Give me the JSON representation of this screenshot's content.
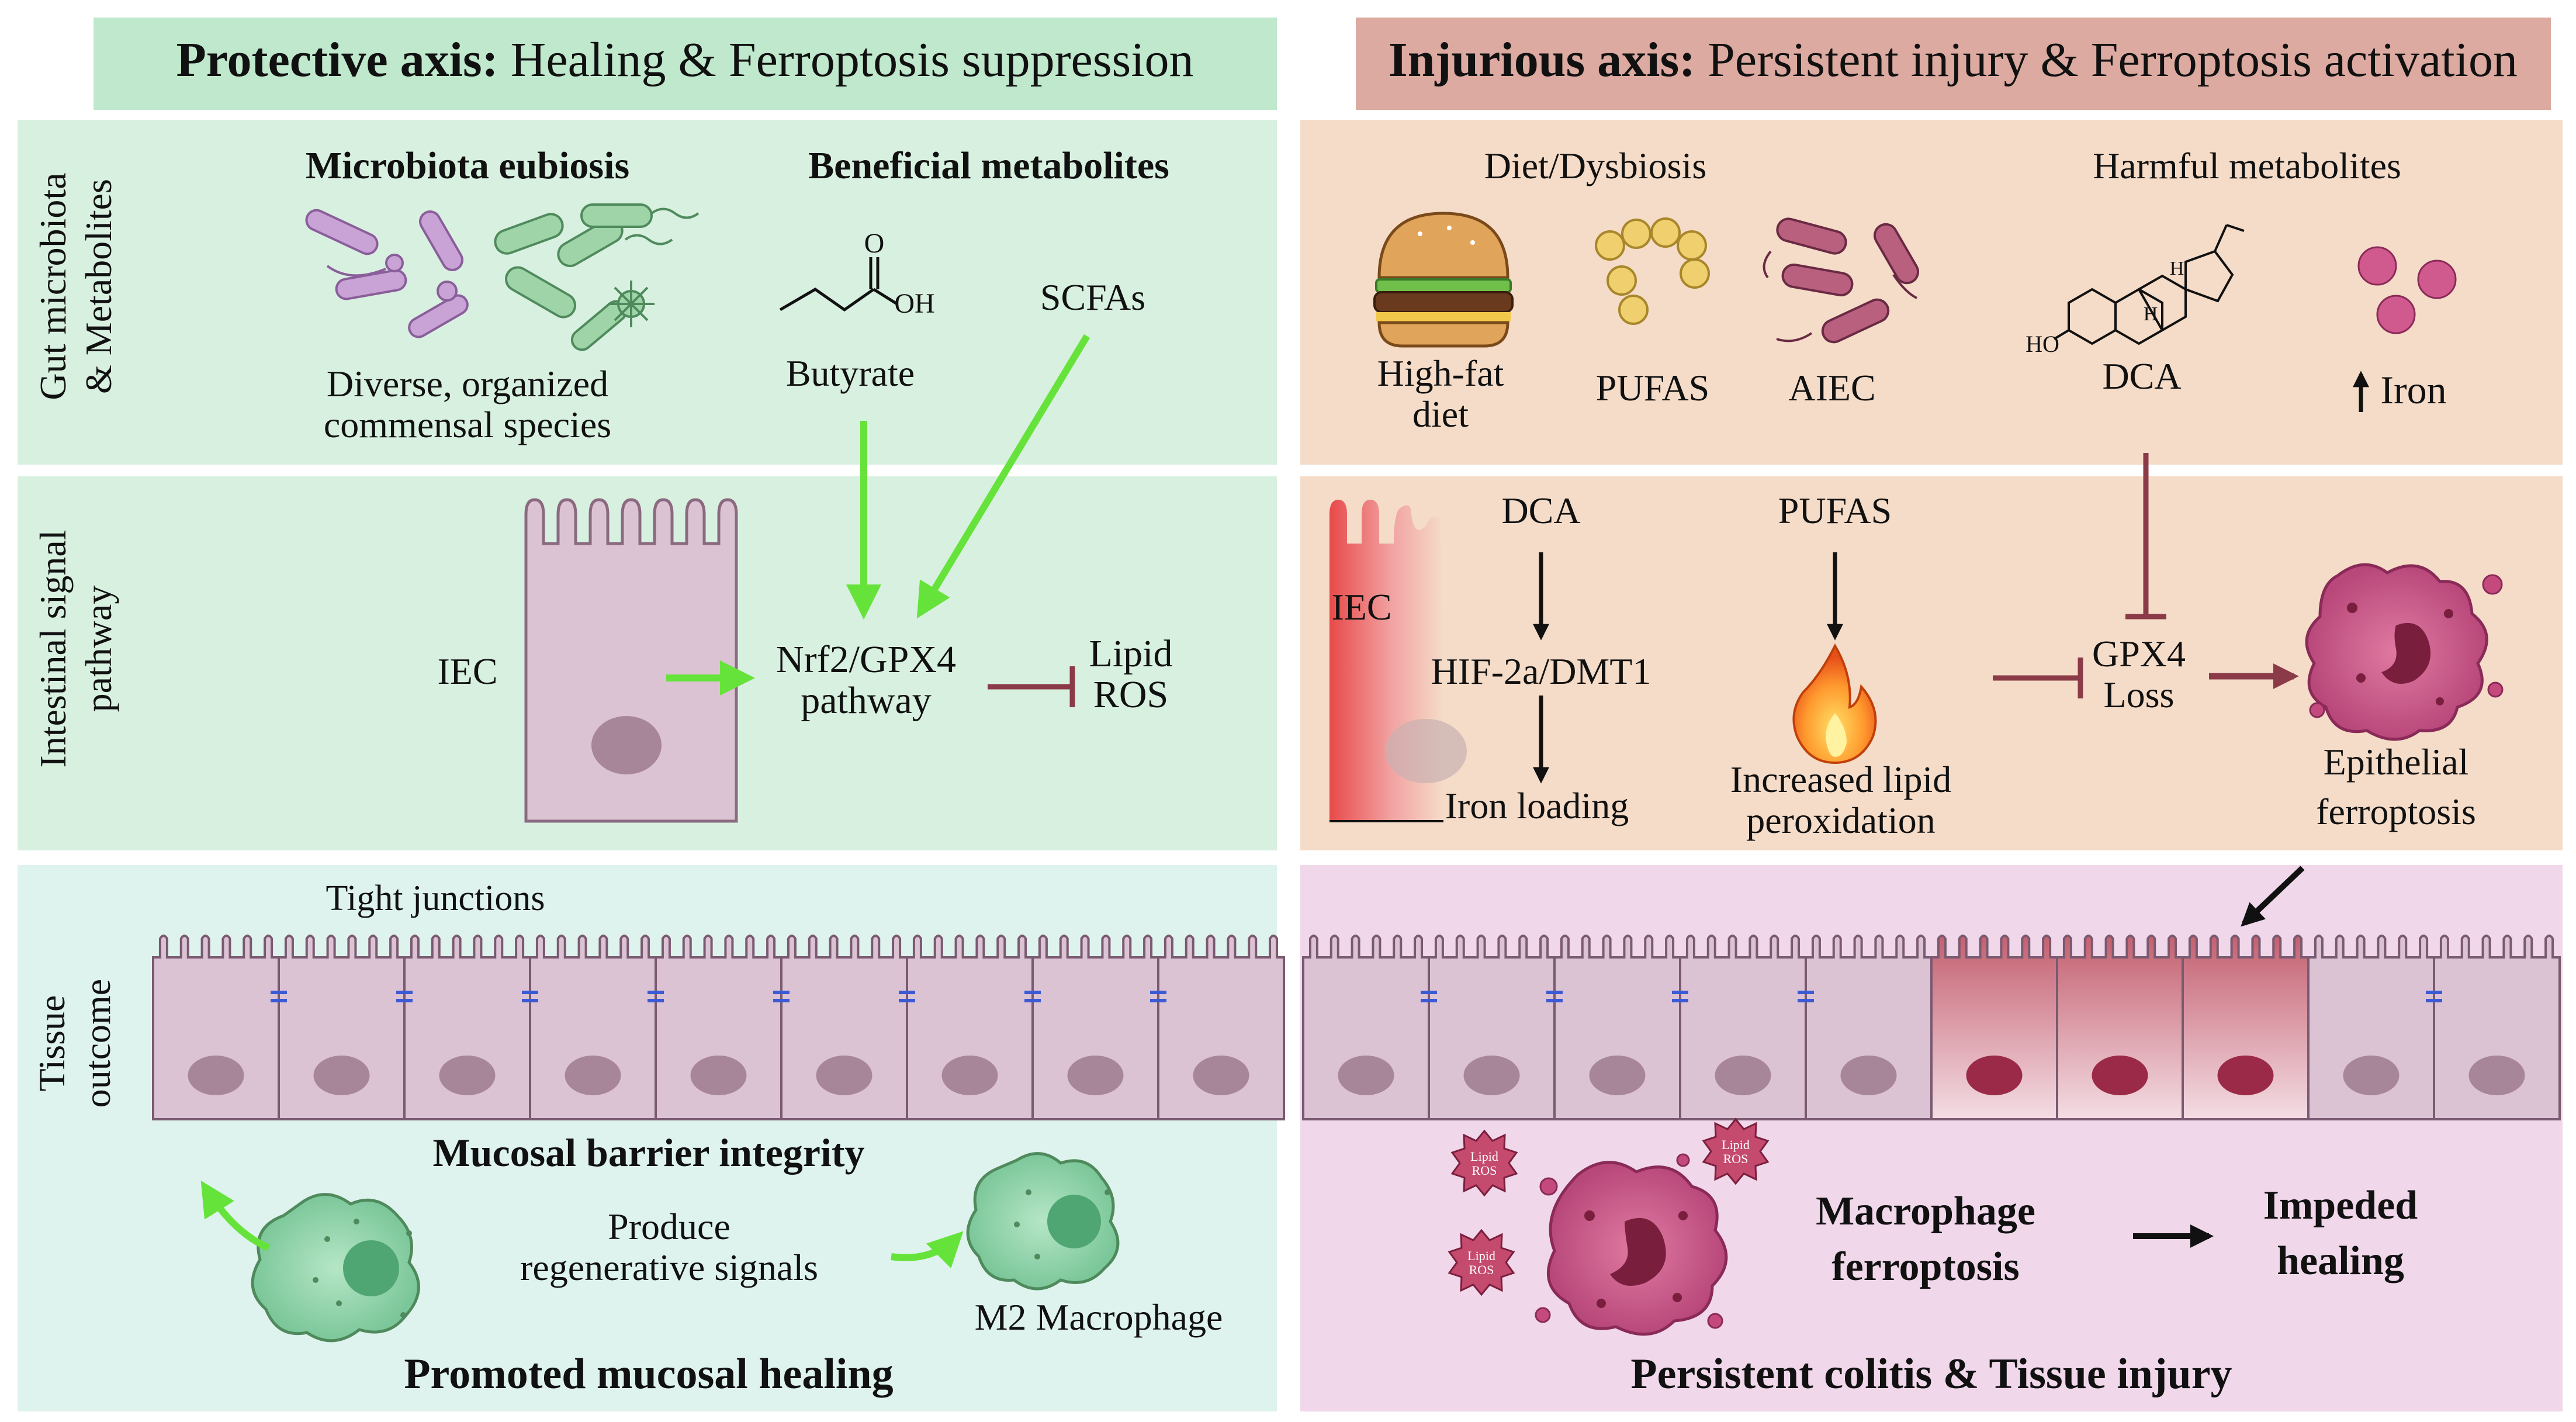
{
  "protective": {
    "header_bold": "Protective axis:",
    "header_rest": " Healing & Ferroptosis suppression",
    "microbiota_title": "Microbiota eubiosis",
    "microbiota_caption_1": "Diverse, organized",
    "microbiota_caption_2": "commensal species",
    "metabolites_title": "Beneficial metabolites",
    "oh_label": "OH",
    "o_label": "O",
    "butyrate": "Butyrate",
    "scfas": "SCFAs",
    "iec": "IEC",
    "pathway_1": "Nrf2/GPX4",
    "pathway_2": "pathway",
    "lipid_1": "Lipid",
    "lipid_2": "ROS",
    "tight_junctions": "Tight junctions",
    "barrier": "Mucosal barrier integrity",
    "produce_1": "Produce",
    "produce_2": "regenerative signals",
    "m2": "M2 Macrophage",
    "healing": "Promoted mucosal healing"
  },
  "injurious": {
    "header_bold": "Injurious axis:",
    "header_rest": " Persistent injury & Ferroptosis activation",
    "diet_title": "Diet/Dysbiosis",
    "harmful_title": "Harmful metabolites",
    "high_fat_1": "High-fat",
    "high_fat_2": "diet",
    "pufas_top": "PUFAS",
    "aiec": "AIEC",
    "dca_top": "DCA",
    "iron": "Iron",
    "ho_label": "HO",
    "h_label": "H",
    "iec": "IEC",
    "dca_mid": "DCA",
    "pufas_mid": "PUFAS",
    "hif": "HIF-2a/DMT1",
    "iron_loading": "Iron loading",
    "lipid_perox_1": "Increased lipid",
    "lipid_perox_2": "peroxidation",
    "gpx4_1": "GPX4",
    "gpx4_2": "Loss",
    "epi_1": "Epithelial",
    "epi_2": "ferroptosis",
    "lipid_ros_1": "Lipid",
    "lipid_ros_2": "ROS",
    "mac_1": "Macrophage",
    "mac_2": "ferroptosis",
    "impeded_1": "Impeded",
    "impeded_2": "healing",
    "outcome": "Persistent colitis & Tissue injury"
  },
  "row_labels": {
    "row1_1": "Gut microbiota",
    "row1_2": "& Metabolites",
    "row2_1": "Intestinal signal",
    "row2_2": "pathway",
    "row3_1": "Tissue",
    "row3_2": "outcome"
  },
  "colors": {
    "green_panel": "#d8f0e0",
    "green_header": "#bfe8cc",
    "peach_panel": "#f5dcc8",
    "peach_header": "#dcaaa0",
    "teal_panel": "#dff3ee",
    "pink_panel": "#f0d8ea",
    "cell_fill": "#dcc3d4",
    "bright_green": "#66e33a",
    "inhibit_red": "#8b3a48"
  }
}
